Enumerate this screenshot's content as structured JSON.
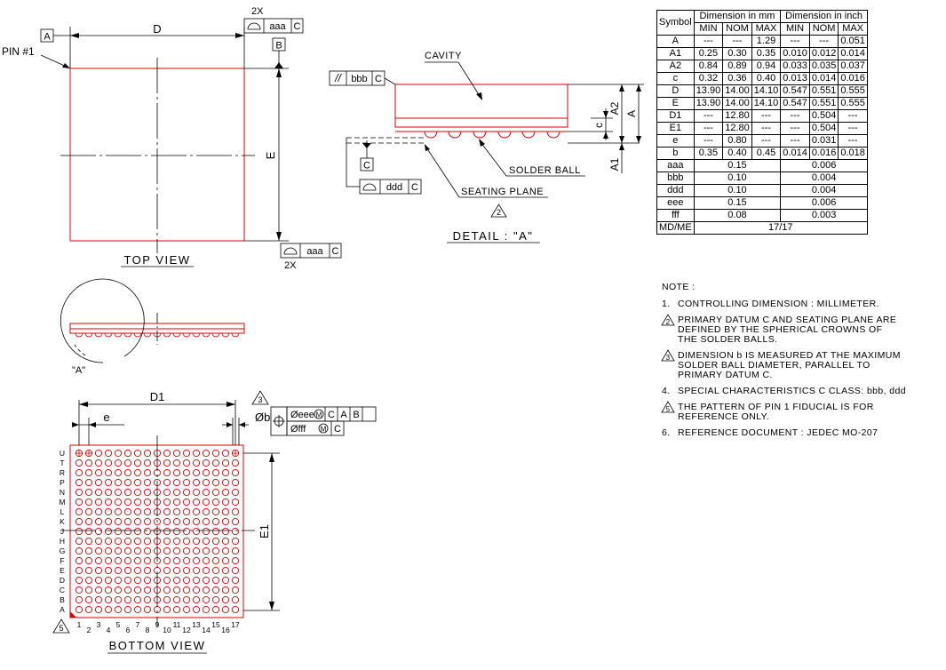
{
  "labels": {
    "datum_a": "A",
    "datum_b": "B",
    "datum_c": "C",
    "pin1": "PIN #1",
    "dim_d": "D",
    "dim_e": "E",
    "two_x": "2X",
    "aaa": "aaa",
    "c": "C",
    "top_view": "TOP VIEW",
    "parallel_symbol": "//",
    "bbb": "bbb",
    "cavity": "CAVITY",
    "a2": "A2",
    "a": "A",
    "dim_c": "c",
    "a1": "A1",
    "solder_ball": "SOLDER BALL",
    "ddd": "ddd",
    "seating_plane": "SEATING PLANE",
    "detail_a": "DETAIL : \"A\"",
    "detail_marker": "\"A\"",
    "dim_d1": "D1",
    "dim_e1": "E1",
    "dim_e_pitch": "e",
    "phi_b": "Øb",
    "phi_eee": "Øeee",
    "phi_fff": "Øfff",
    "m": "M",
    "b": "B",
    "bottom_view": "BOTTOM VIEW",
    "note2_num": "2",
    "note3_num": "3",
    "note5_num": "5"
  },
  "rows": [
    "U",
    "T",
    "R",
    "P",
    "N",
    "M",
    "L",
    "K",
    "J",
    "H",
    "G",
    "F",
    "E",
    "D",
    "C",
    "B",
    "A"
  ],
  "cols": [
    "1",
    "2",
    "3",
    "4",
    "5",
    "6",
    "7",
    "8",
    "9",
    "10",
    "11",
    "12",
    "13",
    "14",
    "15",
    "16",
    "17"
  ],
  "table": {
    "header": [
      "Symbol",
      "Dimension in mm",
      "Dimension in inch"
    ],
    "subheader": [
      "MIN",
      "NOM",
      "MAX",
      "MIN",
      "NOM",
      "MAX"
    ],
    "rows": [
      [
        "A",
        "---",
        "---",
        "1.29",
        "---",
        "---",
        "0.051"
      ],
      [
        "A1",
        "0.25",
        "0.30",
        "0.35",
        "0.010",
        "0.012",
        "0.014"
      ],
      [
        "A2",
        "0.84",
        "0.89",
        "0.94",
        "0.033",
        "0.035",
        "0.037"
      ],
      [
        "c",
        "0.32",
        "0.36",
        "0.40",
        "0.013",
        "0.014",
        "0.016"
      ],
      [
        "D",
        "13.90",
        "14.00",
        "14.10",
        "0.547",
        "0.551",
        "0.555"
      ],
      [
        "E",
        "13.90",
        "14.00",
        "14.10",
        "0.547",
        "0.551",
        "0.555"
      ],
      [
        "D1",
        "---",
        "12.80",
        "---",
        "---",
        "0.504",
        "---"
      ],
      [
        "E1",
        "---",
        "12.80",
        "---",
        "---",
        "0.504",
        "---"
      ],
      [
        "e",
        "---",
        "0.80",
        "---",
        "---",
        "0.031",
        "---"
      ],
      [
        "b",
        "0.35",
        "0.40",
        "0.45",
        "0.014",
        "0.016",
        "0.018"
      ]
    ],
    "tolerances": [
      [
        "aaa",
        "0.15",
        "0.006"
      ],
      [
        "bbb",
        "0.10",
        "0.004"
      ],
      [
        "ddd",
        "0.10",
        "0.004"
      ],
      [
        "eee",
        "0.15",
        "0.006"
      ],
      [
        "fff",
        "0.08",
        "0.003"
      ]
    ],
    "md_me": [
      "MD/ME",
      "17/17"
    ]
  },
  "notes": {
    "title": "NOTE :",
    "items": [
      {
        "marker": "1.",
        "tri": false,
        "text": "CONTROLLING DIMENSION : MILLIMETER."
      },
      {
        "marker": "2",
        "tri": true,
        "text": "PRIMARY DATUM C AND SEATING PLANE ARE\nDEFINED BY THE SPHERICAL CROWNS OF\nTHE SOLDER BALLS."
      },
      {
        "marker": "3",
        "tri": true,
        "text": "DIMENSION b IS MEASURED AT THE MAXIMUM\nSOLDER BALL DIAMETER, PARALLEL TO\nPRIMARY DATUM C."
      },
      {
        "marker": "4.",
        "tri": false,
        "text": "SPECIAL CHARACTERISTICS C CLASS: bbb, ddd"
      },
      {
        "marker": "5",
        "tri": true,
        "text": "THE PATTERN OF PIN 1 FIDUCIAL IS FOR\nREFERENCE ONLY."
      },
      {
        "marker": "6.",
        "tri": false,
        "text": "REFERENCE DOCUMENT : JEDEC MO-207"
      }
    ]
  },
  "colors": {
    "outline": "#e00000",
    "line": "#000000"
  }
}
